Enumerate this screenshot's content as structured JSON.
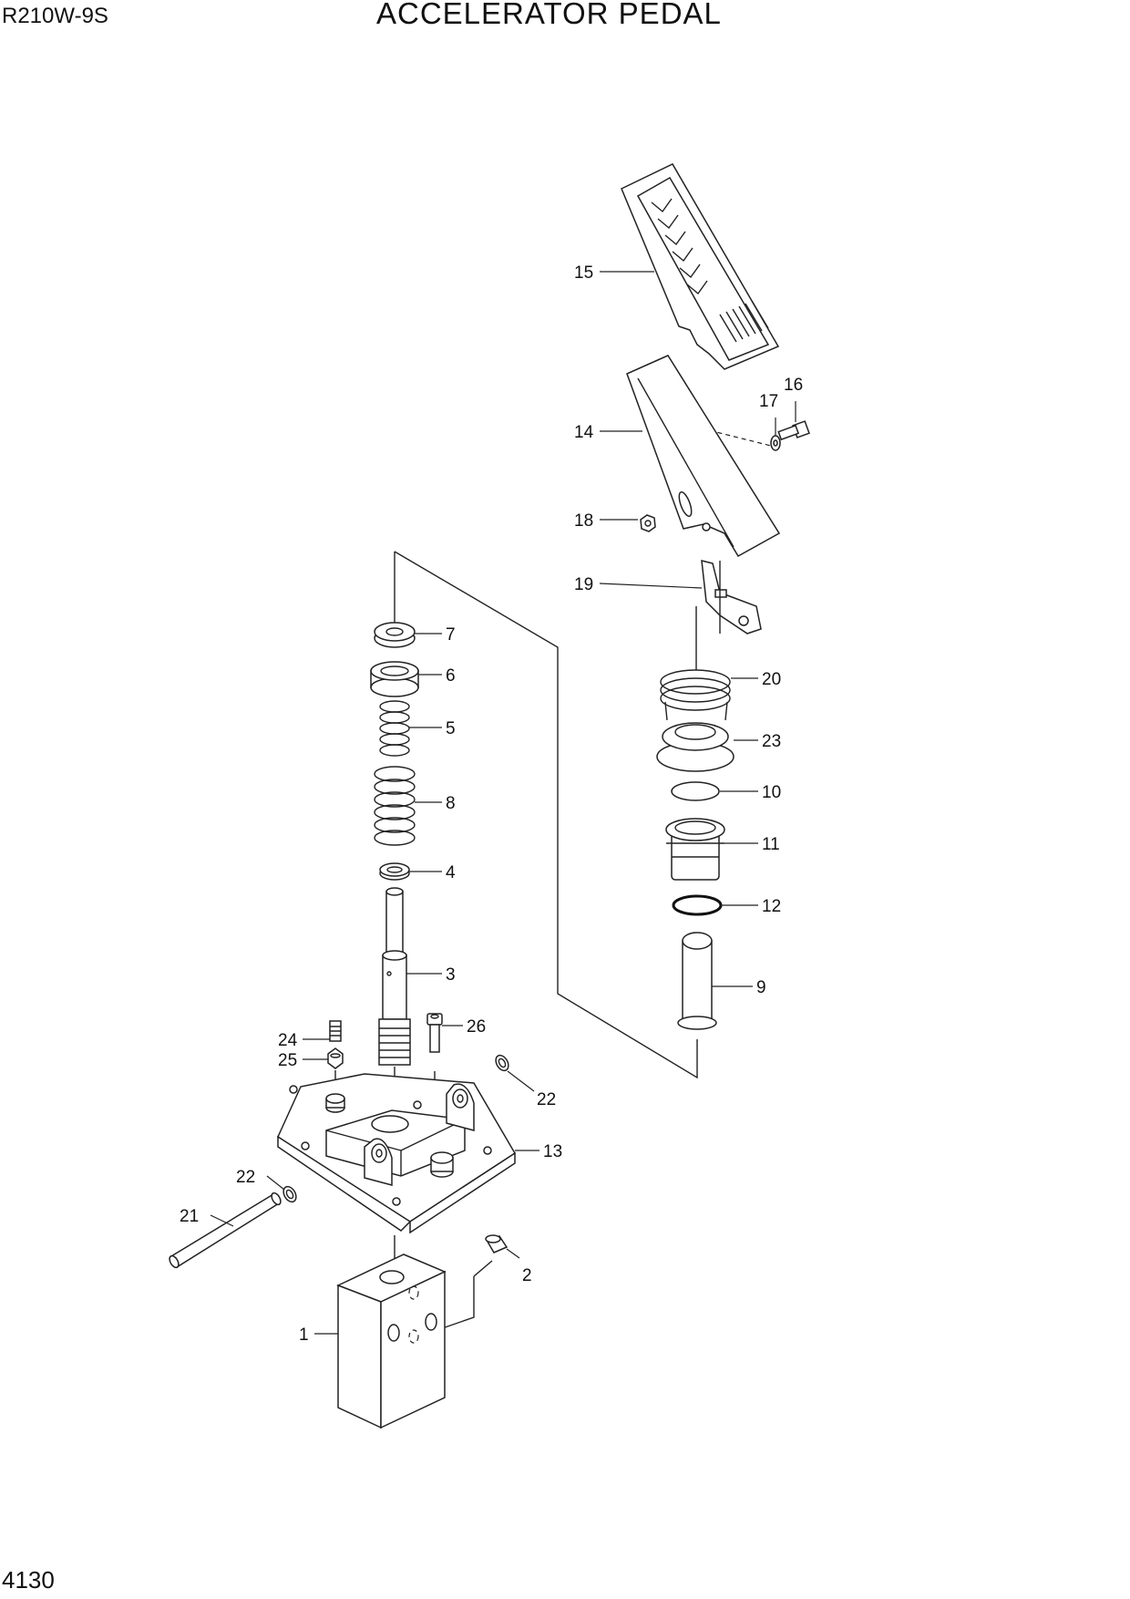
{
  "header": {
    "model": "R210W-9S",
    "title": "ACCELERATOR PEDAL"
  },
  "footer": {
    "page_number": "4130"
  },
  "callouts": {
    "c1": "1",
    "c2": "2",
    "c3": "3",
    "c4": "4",
    "c5": "5",
    "c6": "6",
    "c7": "7",
    "c8": "8",
    "c9": "9",
    "c10": "10",
    "c11": "11",
    "c12": "12",
    "c13": "13",
    "c14": "14",
    "c15": "15",
    "c16": "16",
    "c17": "17",
    "c18": "18",
    "c19": "19",
    "c20": "20",
    "c21": "21",
    "c22a": "22",
    "c22b": "22",
    "c23": "23",
    "c24": "24",
    "c25": "25",
    "c26": "26"
  }
}
